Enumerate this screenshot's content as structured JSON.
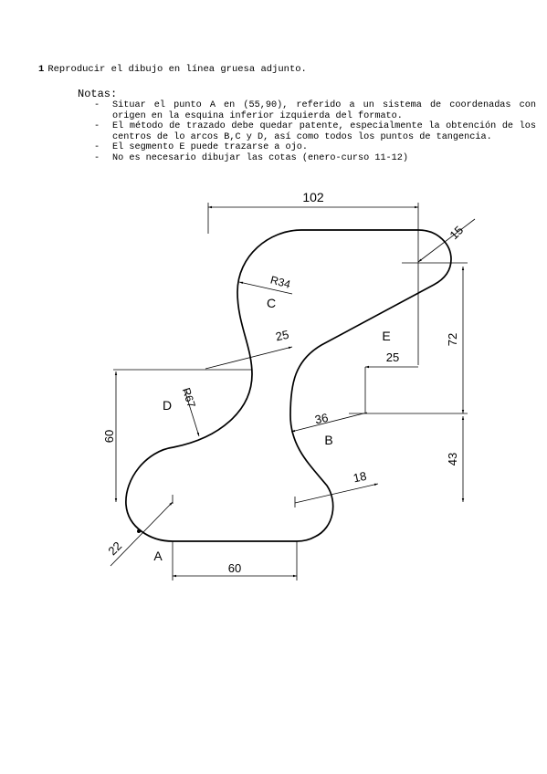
{
  "exercise": {
    "number": "1",
    "instruction": "Reproducir el dibujo en línea gruesa adjunto."
  },
  "notes": {
    "title": "Notas:",
    "items": [
      "Situar el punto A en (55,90), referido a un sistema de coordenadas con origen en la esquina inferior izquierda del formato.",
      "El método de trazado debe quedar patente, especialmente la obtención de los centros de lo arcos B,C y D, así como todos los puntos de tangencia.",
      "El segmento E puede trazarse a ojo.",
      "No es necesario dibujar las cotas (enero-curso 11-12)"
    ]
  },
  "drawing": {
    "dimensions": {
      "width_top": "102",
      "radius_top_right": "15",
      "radius_c": "R34",
      "dim_25_upper": "25",
      "dim_25_lower": "25",
      "height_72": "72",
      "radius_d": "R67",
      "height_60": "60",
      "dim_36": "36",
      "height_43": "43",
      "radius_18": "18",
      "radius_22": "22",
      "width_bottom": "60"
    },
    "labels": {
      "c": "C",
      "d": "D",
      "e": "E",
      "b": "B",
      "a": "A"
    }
  }
}
